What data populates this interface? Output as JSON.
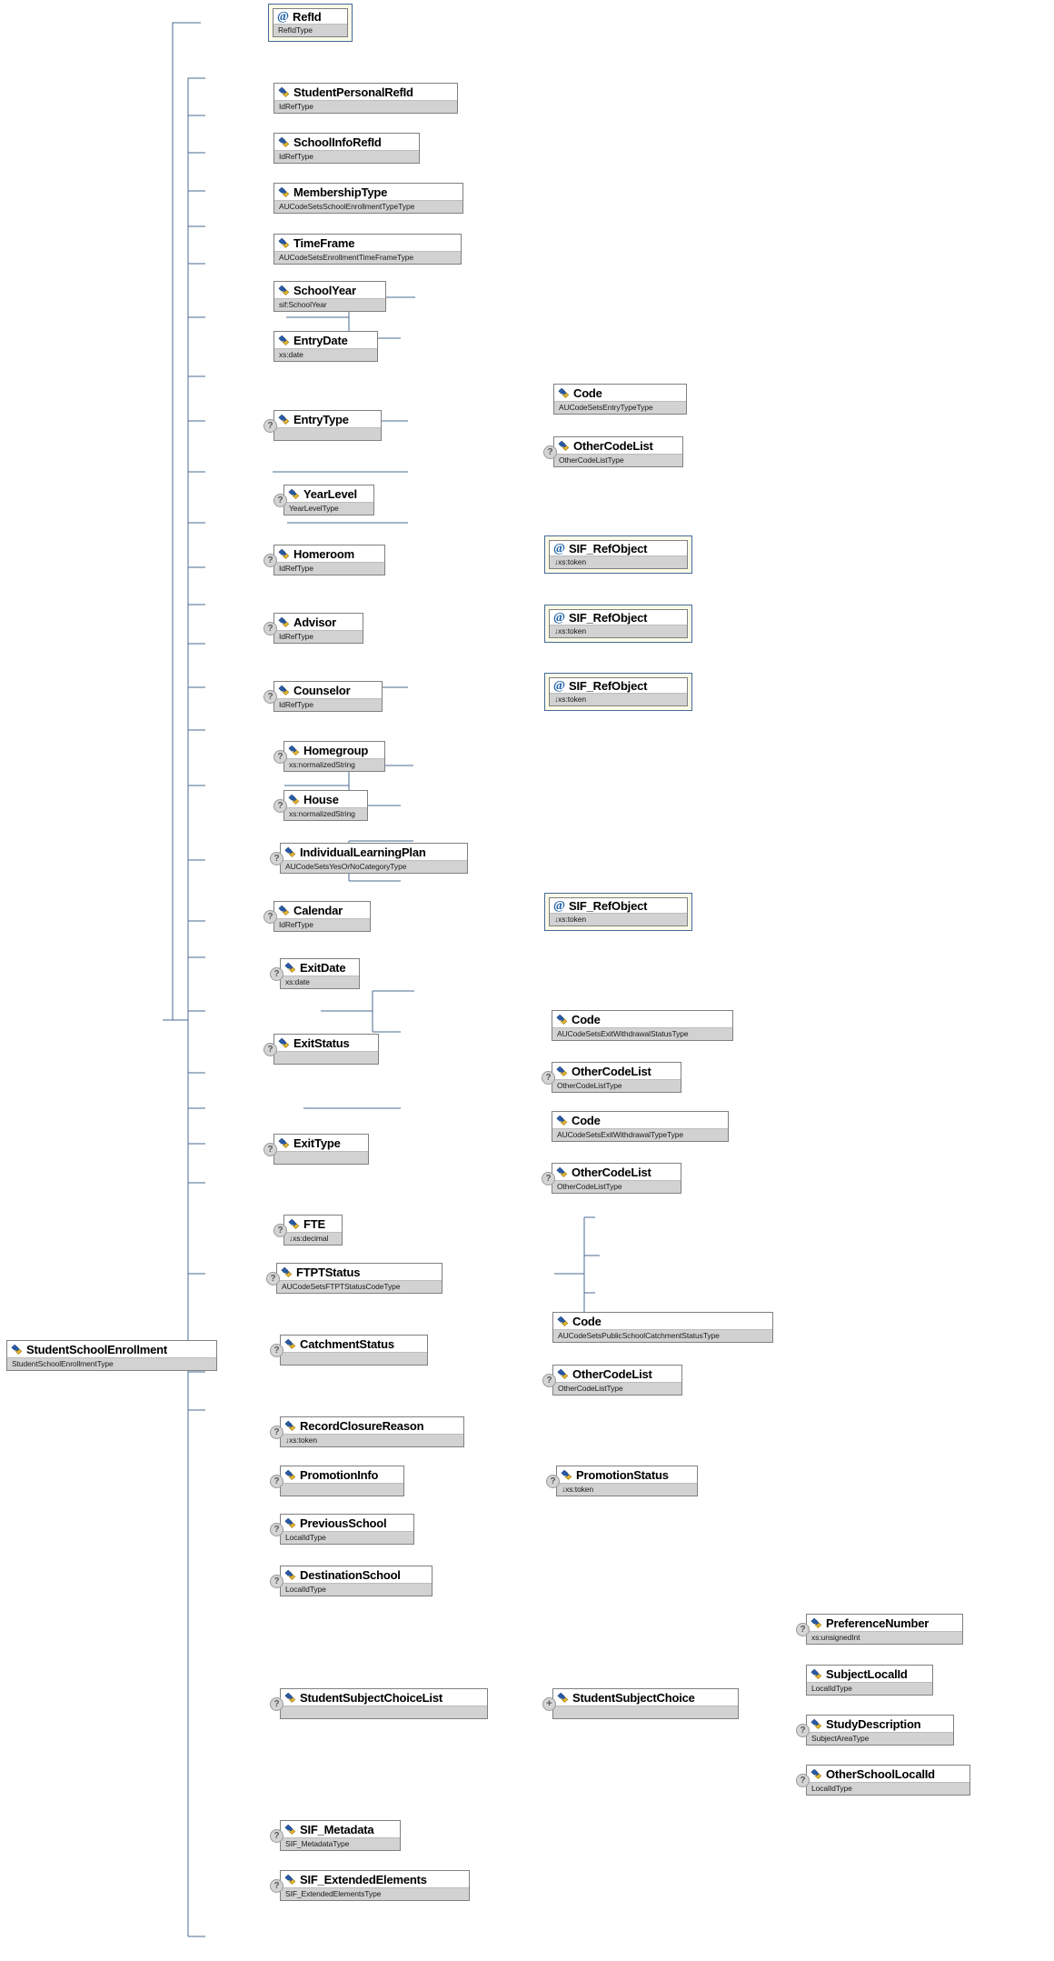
{
  "diagram": {
    "title": "StudentSchoolEnrollment XML Schema Tree",
    "type": "xsd-tree",
    "colors": {
      "box_border": "#808080",
      "type_band": "#d2d2d2",
      "attribute_frame": "#45699b",
      "attribute_fill": "#fbfbe6",
      "connector": "#4a6b92",
      "badge_fill": "#d4d4d4",
      "icon_blue": "#2a5caa",
      "icon_yellow": "#e8b730"
    },
    "legend": {
      "element_icon": "element-icon",
      "attribute_icon": "at-sign-icon",
      "optional_badge": "?",
      "expand_badge": "+"
    }
  },
  "root": {
    "name": "StudentSchoolEnrollment",
    "type": "StudentSchoolEnrollmentType",
    "kind": "element",
    "optional": false
  },
  "nodes": [
    {
      "id": "refid",
      "name": "RefId",
      "type": "RefIdType",
      "kind": "attribute",
      "optional": false
    },
    {
      "id": "studentpersonalrefid",
      "name": "StudentPersonalRefId",
      "type": "IdRefType",
      "kind": "element",
      "optional": false
    },
    {
      "id": "schoolinforefid",
      "name": "SchoolInfoRefId",
      "type": "IdRefType",
      "kind": "element",
      "optional": false
    },
    {
      "id": "membershiptype",
      "name": "MembershipType",
      "type": "AUCodeSetsSchoolEnrollmentTypeType",
      "kind": "element",
      "optional": false
    },
    {
      "id": "timeframe",
      "name": "TimeFrame",
      "type": "AUCodeSetsEnrollmentTimeFrameType",
      "kind": "element",
      "optional": false
    },
    {
      "id": "schoolyear",
      "name": "SchoolYear",
      "type": "sif:SchoolYear",
      "kind": "element",
      "optional": false
    },
    {
      "id": "entrydate",
      "name": "EntryDate",
      "type": "xs:date",
      "kind": "element",
      "optional": false
    },
    {
      "id": "entrytype",
      "name": "EntryType",
      "type": "",
      "kind": "element",
      "optional": true
    },
    {
      "id": "entrytype-code",
      "name": "Code",
      "type": "AUCodeSetsEntryTypeType",
      "kind": "element",
      "optional": false
    },
    {
      "id": "entrytype-ocl",
      "name": "OtherCodeList",
      "type": "OtherCodeListType",
      "kind": "element",
      "optional": true
    },
    {
      "id": "yearlevel",
      "name": "YearLevel",
      "type": "YearLevelType",
      "kind": "element",
      "optional": true
    },
    {
      "id": "homeroom",
      "name": "Homeroom",
      "type": "IdRefType",
      "kind": "element",
      "optional": true
    },
    {
      "id": "homeroom-ref",
      "name": "SIF_RefObject",
      "type": "xs:token",
      "kind": "attribute",
      "optional": false,
      "derived": true
    },
    {
      "id": "advisor",
      "name": "Advisor",
      "type": "IdRefType",
      "kind": "element",
      "optional": true
    },
    {
      "id": "advisor-ref",
      "name": "SIF_RefObject",
      "type": "xs:token",
      "kind": "attribute",
      "optional": false,
      "derived": true
    },
    {
      "id": "counselor",
      "name": "Counselor",
      "type": "IdRefType",
      "kind": "element",
      "optional": true
    },
    {
      "id": "counselor-ref",
      "name": "SIF_RefObject",
      "type": "xs:token",
      "kind": "attribute",
      "optional": false,
      "derived": true
    },
    {
      "id": "homegroup",
      "name": "Homegroup",
      "type": "xs:normalizedString",
      "kind": "element",
      "optional": true
    },
    {
      "id": "house",
      "name": "House",
      "type": "xs:normalizedString",
      "kind": "element",
      "optional": true
    },
    {
      "id": "ilp",
      "name": "IndividualLearningPlan",
      "type": "AUCodeSetsYesOrNoCategoryType",
      "kind": "element",
      "optional": true
    },
    {
      "id": "calendar",
      "name": "Calendar",
      "type": "IdRefType",
      "kind": "element",
      "optional": true
    },
    {
      "id": "calendar-ref",
      "name": "SIF_RefObject",
      "type": "xs:token",
      "kind": "attribute",
      "optional": false,
      "derived": true
    },
    {
      "id": "exitdate",
      "name": "ExitDate",
      "type": "xs:date",
      "kind": "element",
      "optional": true
    },
    {
      "id": "exitstatus",
      "name": "ExitStatus",
      "type": "",
      "kind": "element",
      "optional": true
    },
    {
      "id": "exitstatus-code",
      "name": "Code",
      "type": "AUCodeSetsExitWithdrawalStatusType",
      "kind": "element",
      "optional": false
    },
    {
      "id": "exitstatus-ocl",
      "name": "OtherCodeList",
      "type": "OtherCodeListType",
      "kind": "element",
      "optional": true
    },
    {
      "id": "exittype",
      "name": "ExitType",
      "type": "",
      "kind": "element",
      "optional": true
    },
    {
      "id": "exittype-code",
      "name": "Code",
      "type": "AUCodeSetsExitWithdrawalTypeType",
      "kind": "element",
      "optional": false
    },
    {
      "id": "exittype-ocl",
      "name": "OtherCodeList",
      "type": "OtherCodeListType",
      "kind": "element",
      "optional": true
    },
    {
      "id": "fte",
      "name": "FTE",
      "type": "xs:decimal",
      "kind": "element",
      "optional": true,
      "derived": true
    },
    {
      "id": "ftptstatus",
      "name": "FTPTStatus",
      "type": "AUCodeSetsFTPTStatusCodeType",
      "kind": "element",
      "optional": true
    },
    {
      "id": "catchmentstatus",
      "name": "CatchmentStatus",
      "type": "",
      "kind": "element",
      "optional": true
    },
    {
      "id": "catchment-code",
      "name": "Code",
      "type": "AUCodeSetsPublicSchoolCatchmentStatusType",
      "kind": "element",
      "optional": false
    },
    {
      "id": "catchment-ocl",
      "name": "OtherCodeList",
      "type": "OtherCodeListType",
      "kind": "element",
      "optional": true
    },
    {
      "id": "recordclosurereason",
      "name": "RecordClosureReason",
      "type": "xs:token",
      "kind": "element",
      "optional": true,
      "derived": true
    },
    {
      "id": "promotioninfo",
      "name": "PromotionInfo",
      "type": "",
      "kind": "element",
      "optional": true
    },
    {
      "id": "promotionstatus",
      "name": "PromotionStatus",
      "type": "xs:token",
      "kind": "element",
      "optional": true,
      "derived": true
    },
    {
      "id": "previousschool",
      "name": "PreviousSchool",
      "type": "LocalIdType",
      "kind": "element",
      "optional": true
    },
    {
      "id": "destinationschool",
      "name": "DestinationSchool",
      "type": "LocalIdType",
      "kind": "element",
      "optional": true
    },
    {
      "id": "ssclist",
      "name": "StudentSubjectChoiceList",
      "type": "",
      "kind": "element",
      "optional": true
    },
    {
      "id": "ssc",
      "name": "StudentSubjectChoice",
      "type": "",
      "kind": "element",
      "optional": false,
      "expandable": true
    },
    {
      "id": "preferencenumber",
      "name": "PreferenceNumber",
      "type": "xs:unsignedInt",
      "kind": "element",
      "optional": true
    },
    {
      "id": "subjectlocalid",
      "name": "SubjectLocalId",
      "type": "LocalIdType",
      "kind": "element",
      "optional": false
    },
    {
      "id": "studydescription",
      "name": "StudyDescription",
      "type": "SubjectAreaType",
      "kind": "element",
      "optional": true
    },
    {
      "id": "otherschoollocalid",
      "name": "OtherSchoolLocalId",
      "type": "LocalIdType",
      "kind": "element",
      "optional": true
    },
    {
      "id": "sif_metadata",
      "name": "SIF_Metadata",
      "type": "SIF_MetadataType",
      "kind": "element",
      "optional": true
    },
    {
      "id": "sif_extendedelements",
      "name": "SIF_ExtendedElements",
      "type": "SIF_ExtendedElementsType",
      "kind": "element",
      "optional": true
    }
  ]
}
